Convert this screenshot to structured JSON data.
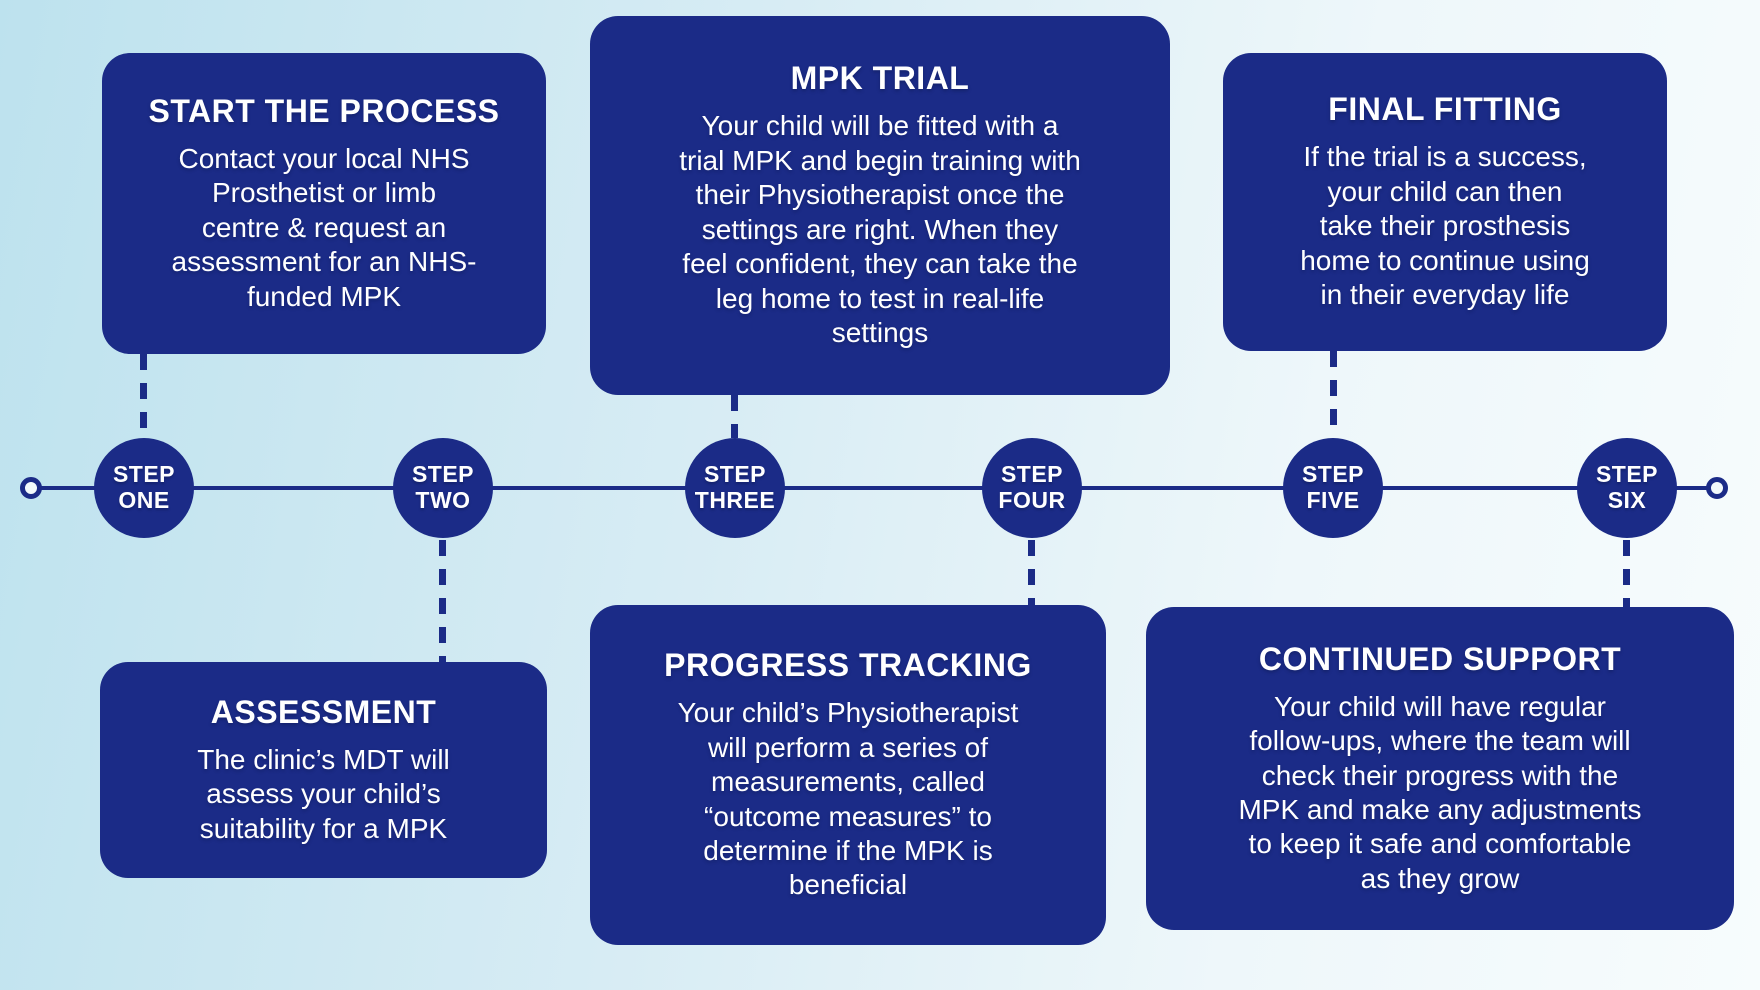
{
  "palette": {
    "navy": "#1b2b87",
    "text": "#ffffff",
    "background_left": "#bde2ee",
    "background_right": "#f7fcfd"
  },
  "timeline": {
    "steps": [
      {
        "line1": "STEP",
        "line2": "ONE"
      },
      {
        "line1": "STEP",
        "line2": "TWO"
      },
      {
        "line1": "STEP",
        "line2": "THREE"
      },
      {
        "line1": "STEP",
        "line2": "FOUR"
      },
      {
        "line1": "STEP",
        "line2": "FIVE"
      },
      {
        "line1": "STEP",
        "line2": "SIX"
      }
    ]
  },
  "boxes": [
    {
      "title": "START THE PROCESS",
      "body": [
        "Contact your local NHS",
        "Prosthetist or limb",
        "centre & request an",
        "assessment for an NHS-",
        "funded MPK"
      ]
    },
    {
      "title": "MPK TRIAL",
      "body": [
        "Your child will be fitted with a",
        "trial MPK and begin training with",
        "their Physiotherapist once the",
        "settings are right. When they",
        "feel confident, they can take the",
        "leg home to test in real-life",
        "settings"
      ]
    },
    {
      "title": "FINAL FITTING",
      "body": [
        "If the trial is a success,",
        "your child can then",
        "take their prosthesis",
        "home to continue using",
        "in their everyday life"
      ]
    },
    {
      "title": "ASSESSMENT",
      "body": [
        "The clinic’s MDT will",
        "assess your child’s",
        "suitability for a MPK"
      ]
    },
    {
      "title": "PROGRESS TRACKING",
      "body": [
        "Your child’s Physiotherapist",
        "will perform a series of",
        "measurements, called",
        "“outcome measures” to",
        "determine if the MPK is",
        "beneficial"
      ]
    },
    {
      "title": "CONTINUED SUPPORT",
      "body": [
        "Your child will have regular",
        "follow-ups, where the team will",
        "check their progress with the",
        "MPK and make any adjustments",
        "to keep it safe and comfortable",
        "as they grow"
      ]
    }
  ]
}
